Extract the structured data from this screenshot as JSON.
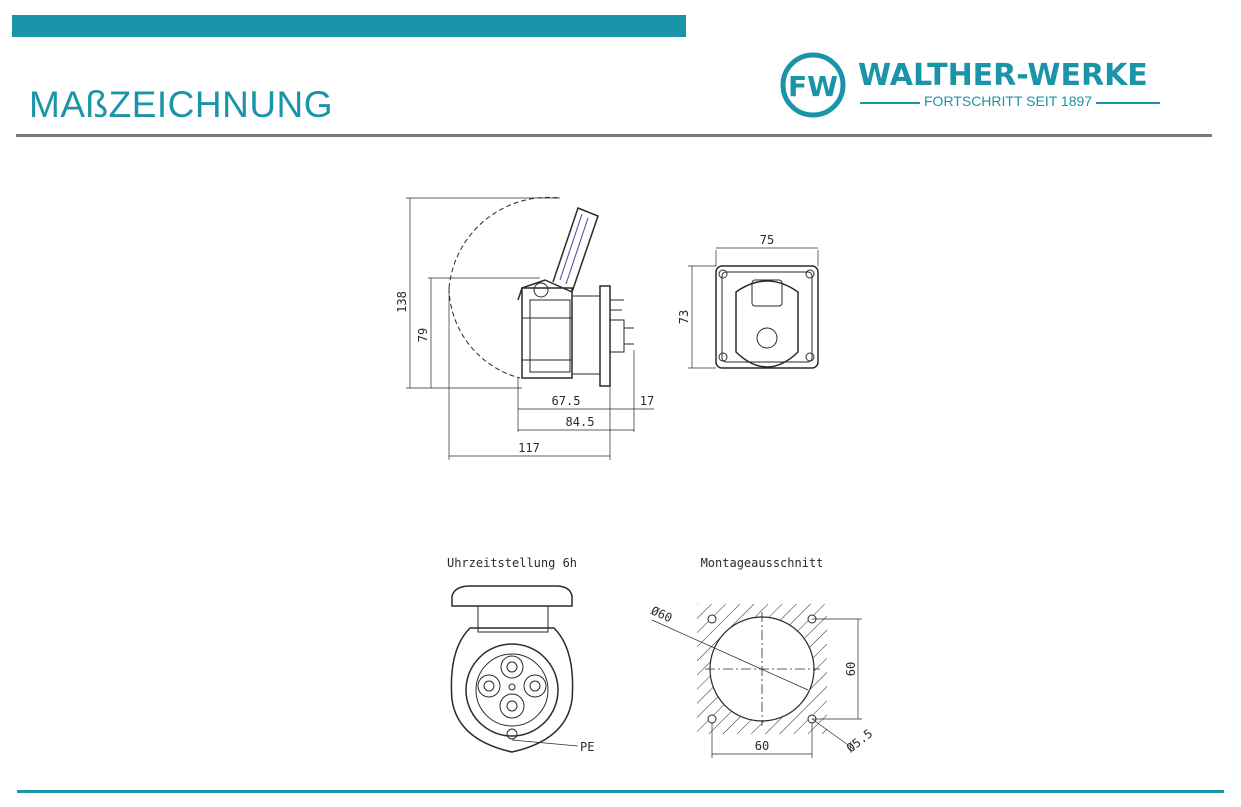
{
  "header": {
    "title": "MAßZEICHNUNG",
    "accent_color": "#1a94a8",
    "rule_color": "#7a7a7a"
  },
  "logo": {
    "brand": "WALTHER-WERKE",
    "tagline": "FORTSCHRITT SEIT 1897",
    "mark_letters": "FW"
  },
  "side_view": {
    "dims": {
      "height_total": "138",
      "height_body": "79",
      "depth_body": "67.5",
      "flange": "17",
      "depth_with_flange": "84.5",
      "depth_total": "117"
    }
  },
  "front_view": {
    "dims": {
      "width": "75",
      "height": "73"
    }
  },
  "clock_view": {
    "label": "Uhrzeitstellung 6h",
    "pe_label": "PE"
  },
  "cutout_view": {
    "label": "Montageausschnitt",
    "dims": {
      "circle_dia": "Ø60",
      "height": "60",
      "width": "60",
      "hole_dia": "Ø5.5"
    }
  }
}
